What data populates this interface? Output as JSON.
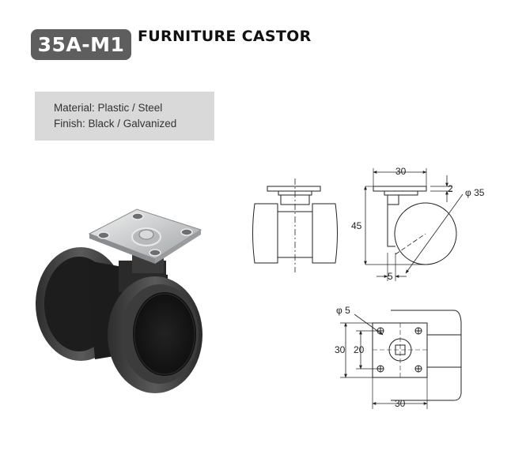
{
  "header": {
    "model_code": "35A-M1",
    "product_name": "FURNITURE CASTOR"
  },
  "specs": {
    "material": "Material: Plastic / Steel",
    "finish": "Finish: Black / Galvanized"
  },
  "drawings": {
    "side_view": {
      "width_label": "30",
      "plate_thickness_label": "2",
      "wheel_diameter_label": "φ 35",
      "height_label": "45",
      "offset_label": "5"
    },
    "top_view": {
      "hole_diameter_label": "φ 5",
      "plate_outer_label": "30",
      "hole_spacing_label": "20",
      "plate_width_label": "30"
    }
  }
}
